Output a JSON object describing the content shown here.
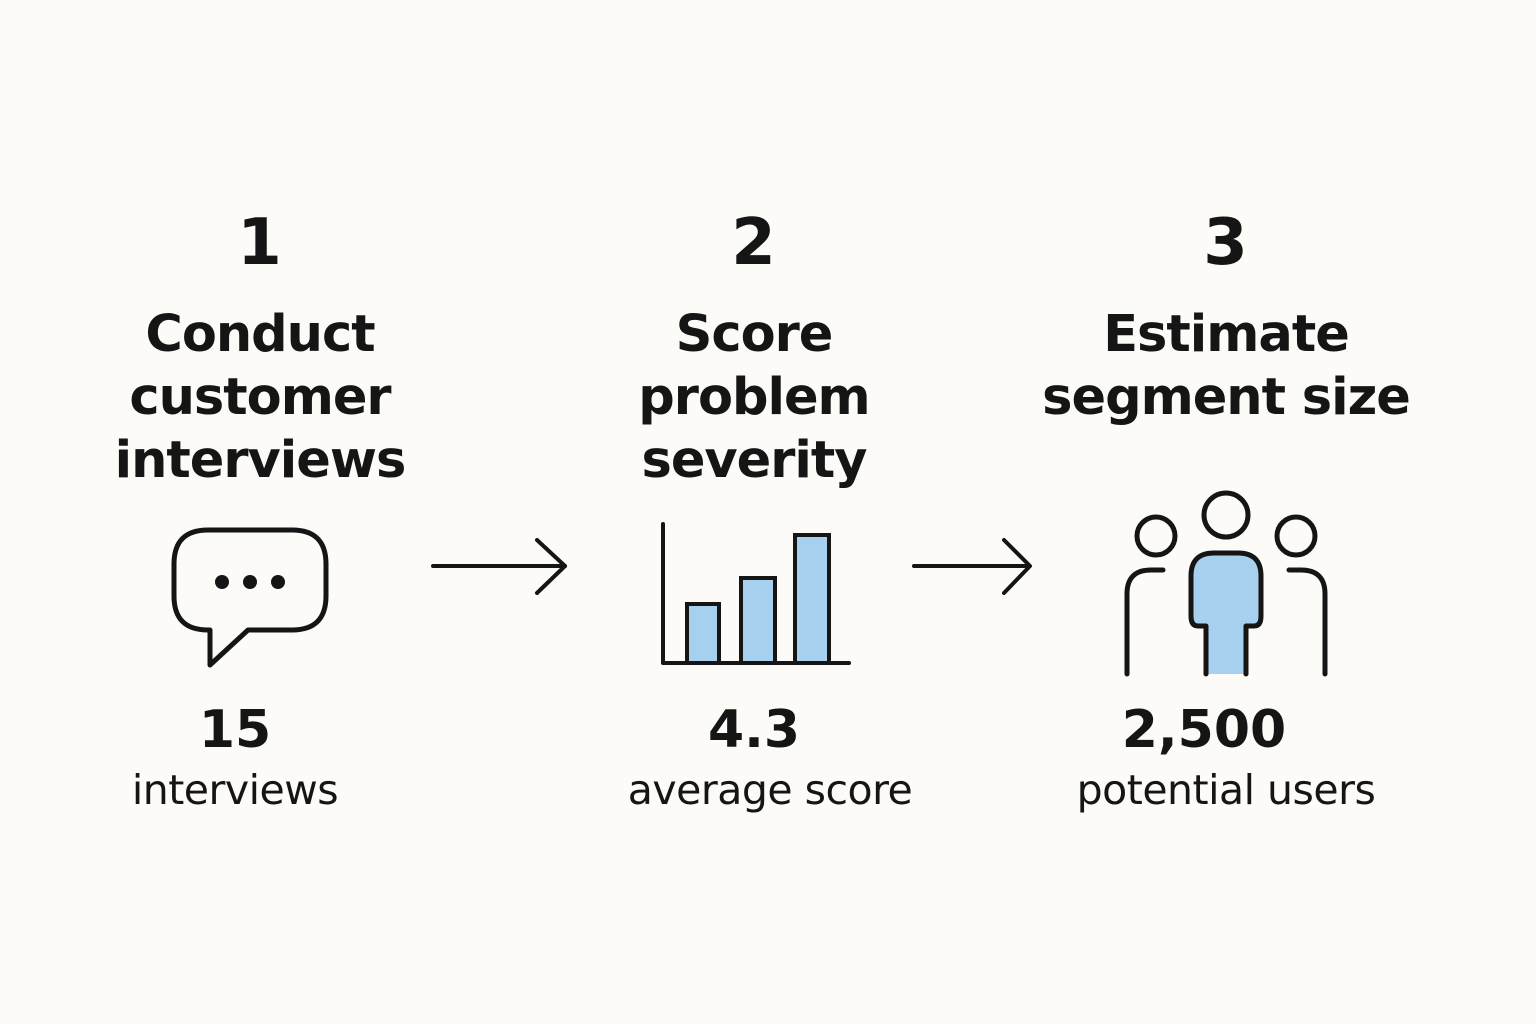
{
  "colors": {
    "background": "#fcfbf7",
    "ink": "#151515",
    "accent_fill": "#a6d0ee"
  },
  "steps": [
    {
      "number": "1",
      "title_lines": [
        "Conduct",
        "customer",
        "interviews"
      ],
      "icon": "chat-bubble-icon",
      "stat_value": "15",
      "stat_label": "interviews"
    },
    {
      "number": "2",
      "title_lines": [
        "Score",
        "problem",
        "severity"
      ],
      "icon": "bar-chart-icon",
      "stat_value": "4.3",
      "stat_label": "average score"
    },
    {
      "number": "3",
      "title_lines": [
        "Estimate",
        "segment size"
      ],
      "icon": "user-group-icon",
      "stat_value": "2,500",
      "stat_label": "potential users"
    }
  ],
  "connectors": [
    "arrow-right-icon",
    "arrow-right-icon"
  ]
}
